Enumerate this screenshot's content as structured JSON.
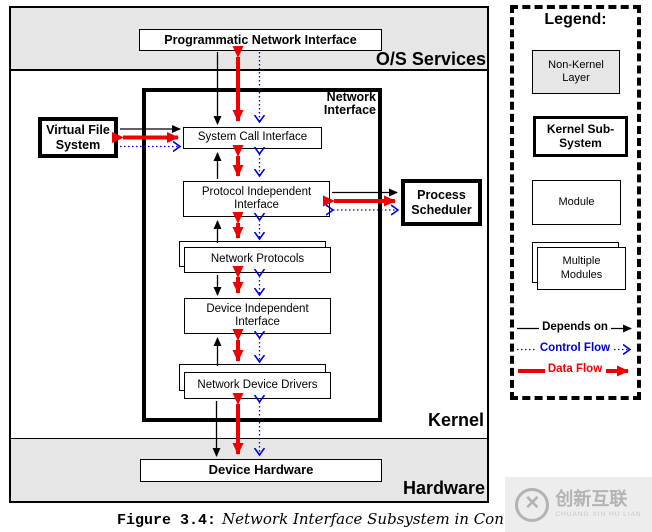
{
  "colors": {
    "depends_on": "#000000",
    "control_flow": "#0000cd",
    "data_flow": "#ee0000",
    "band_gray": "#e6e6e6"
  },
  "diagram": {
    "os_services_label": "O/S Services",
    "kernel_label": "Kernel",
    "hardware_label": "Hardware",
    "nodes": {
      "programmatic": "Programmatic Network Interface",
      "network_interface": "Network\nInterface",
      "virtual_file_system": "Virtual File\nSystem",
      "system_call_interface": "System Call Interface",
      "protocol_independent_interface": "Protocol Independent\nInterface",
      "process_scheduler": "Process\nScheduler",
      "network_protocols": "Network Protocols",
      "device_independent_interface": "Device Independent\nInterface",
      "network_device_drivers": "Network Device Drivers",
      "device_hardware": "Device Hardware"
    }
  },
  "legend": {
    "title": "Legend:",
    "non_kernel_layer": "Non-Kernel\nLayer",
    "kernel_sub_system": "Kernel Sub-\nSystem",
    "module": "Module",
    "multiple_modules": "Multiple\nModules",
    "depends_on": "Depends on",
    "control_flow": "Control Flow",
    "data_flow": "Data Flow"
  },
  "caption": {
    "prefix": "Figure 3.4:",
    "title": "Network Interface Subsystem in Con"
  },
  "watermark": {
    "icon": "✕",
    "name": "创新互联",
    "subtitle": "CHUANG XIN HU LIAN"
  }
}
